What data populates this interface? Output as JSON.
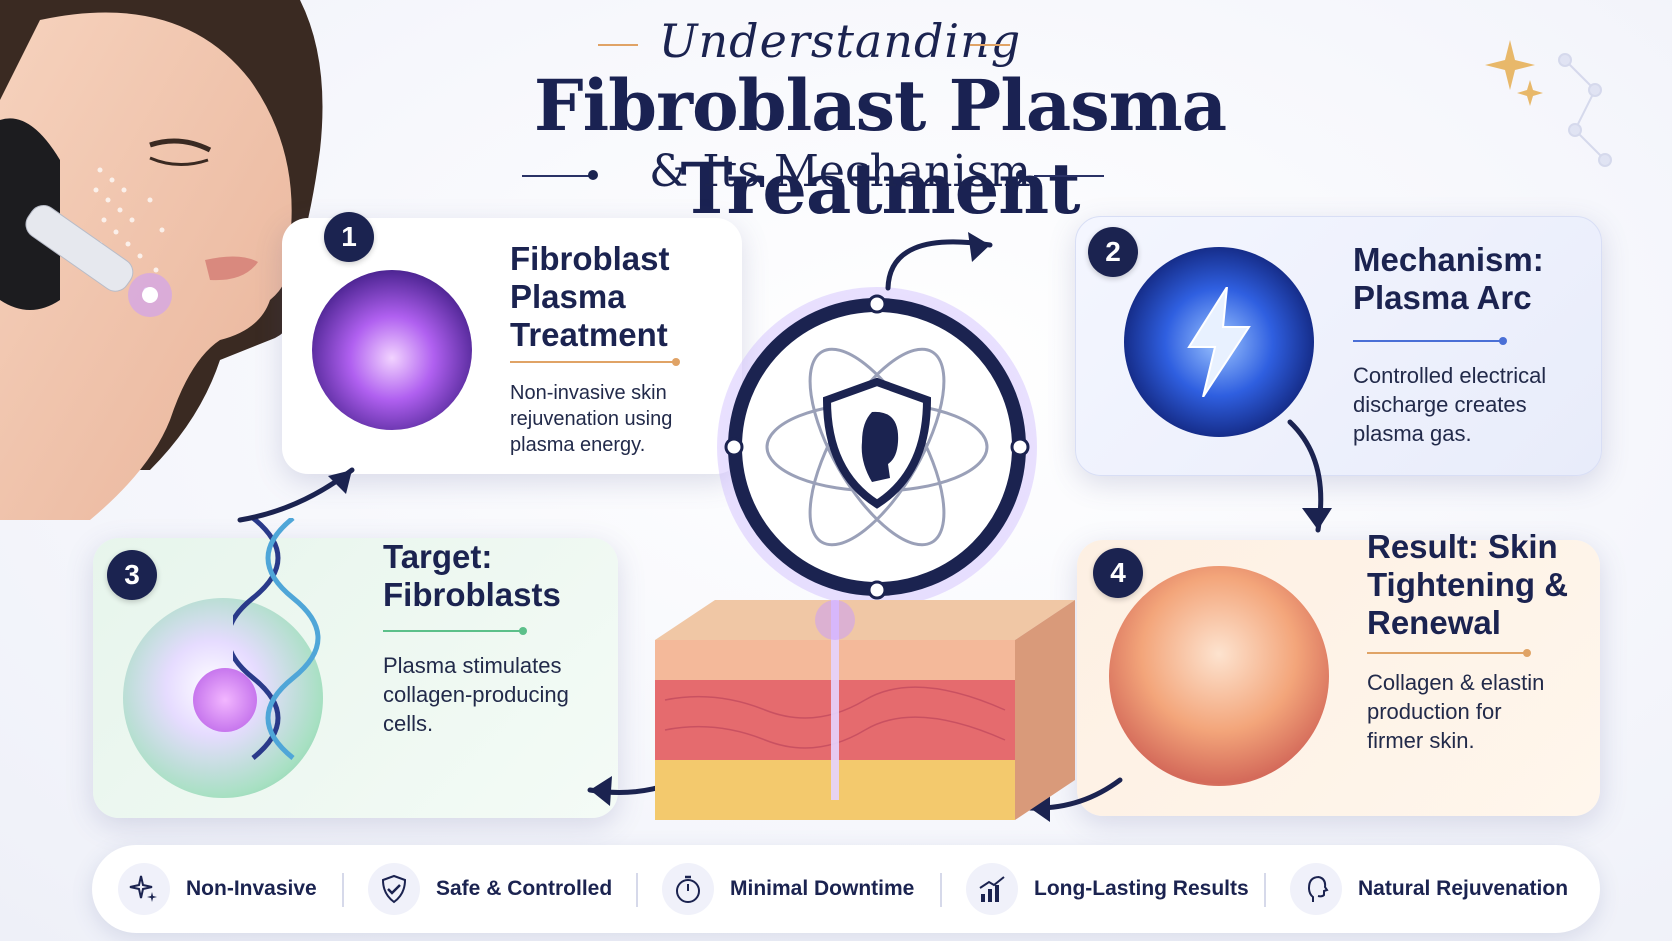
{
  "header": {
    "kicker": "Understanding",
    "title": "Fibroblast Plasma Treatment",
    "subtitle": "& Its Mechanism"
  },
  "steps": [
    {
      "number": "1",
      "title_lines": [
        "Fibroblast",
        "Plasma",
        "Treatment"
      ],
      "desc_lines": [
        "Non-invasive skin",
        "rejuvenation using",
        "plasma energy."
      ],
      "accent": "#e0a366"
    },
    {
      "number": "2",
      "title_lines": [
        "Mechanism:",
        "Plasma Arc"
      ],
      "desc_lines": [
        "Controlled electrical",
        "discharge creates",
        "plasma gas."
      ],
      "accent": "#4a6fd6"
    },
    {
      "number": "3",
      "title_lines": [
        "Target:",
        "Fibroblasts"
      ],
      "desc_lines": [
        "Plasma stimulates",
        "collagen-producing",
        "cells."
      ],
      "accent": "#5cc08a"
    },
    {
      "number": "4",
      "title_lines": [
        "Result: Skin",
        "Tightening &",
        "Renewal"
      ],
      "desc_lines": [
        "Collagen & elastin",
        "production for",
        "firmer skin."
      ],
      "accent": "#e0a366"
    }
  ],
  "features": [
    {
      "label": "Non-Invasive",
      "icon": "sparkle-icon"
    },
    {
      "label": "Safe & Controlled",
      "icon": "shield-check-icon"
    },
    {
      "label": "Minimal Downtime",
      "icon": "stopwatch-icon"
    },
    {
      "label": "Long-Lasting Results",
      "icon": "growth-chart-icon"
    },
    {
      "label": "Natural Rejuvenation",
      "icon": "face-profile-icon"
    }
  ],
  "colors": {
    "navy": "#1b2350",
    "gold": "#e0a366",
    "purple": "#9b5bf0",
    "blue": "#3f6fe8",
    "green": "#5cc08a",
    "peach": "#f3a57a"
  }
}
